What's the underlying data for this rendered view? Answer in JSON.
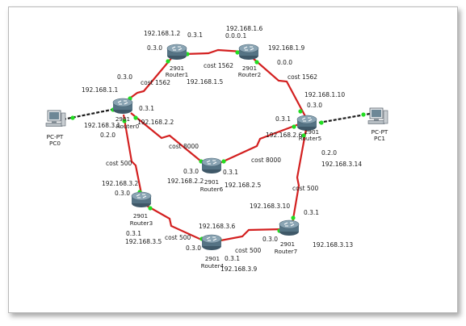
{
  "colors": {
    "serial_link": "#d32020",
    "ethernet_link": "#1a1a1a",
    "port_up": "#22dd22",
    "router_body": "#5f7f91"
  },
  "nodes": {
    "router0": {
      "model": "2901",
      "name": "Router0"
    },
    "router1": {
      "model": "2901",
      "name": "Router1"
    },
    "router2": {
      "model": "2901",
      "name": "Router2"
    },
    "router3": {
      "model": "2901",
      "name": "Router3"
    },
    "router4": {
      "model": "2901",
      "name": "Router4"
    },
    "router5": {
      "model": "2901",
      "name": "Router5"
    },
    "router6": {
      "model": "2901",
      "name": "Router6"
    },
    "router7": {
      "model": "2901",
      "name": "Router7"
    },
    "pc0": {
      "model": "PC-PT",
      "name": "PC0"
    },
    "pc1": {
      "model": "PC-PT",
      "name": "PC1"
    }
  },
  "labels": {
    "r1_ip_left": "192.168.1.2",
    "r1_net_left": "0.3.0",
    "r1_net_right": "0.3.1",
    "r2_ip_top": "192.168.1.6",
    "r2_net_top": "0.0.0.1",
    "r2_ip_right": "192.168.1.9",
    "r2_net_right": "0.0.0",
    "cost_r1_r2": "cost 1562",
    "r1_ip_bottom": "192.168.1.5",
    "r0_net_top": "0.3.0",
    "cost_r0_r1": "cost 1562",
    "pc0_ip": "192.168.1.1",
    "r0_net_right": "0.3.1",
    "r0_ip_right": "192.168.2.2",
    "r0_ip_left": "192.168.3.1",
    "r0_net_bottom": "0.2.0",
    "cost_r2_r5": "cost 1562",
    "r5_ip_top": "192.168.1.10",
    "r5_net_top": "0.3.0",
    "r5_net_left": "0.3.1",
    "r5_ip_left": "192.168.2.6",
    "r5_net_bottom": "0.2.0",
    "r5_ip_bottom": "192.168.3.14",
    "cost_r0_r6": "cost 8000",
    "cost_r6_r5": "cost 8000",
    "r6_net_left": "0.3.0",
    "r6_net_right": "0.3.1",
    "r6_ip_left": "192.168.2.2",
    "r6_ip_right": "192.168.2.5",
    "cost_r0_r3": "cost 500",
    "r3_ip_top": "192.168.3.2",
    "r3_net_top": "0.3.0",
    "cost_r5_r7": "cost 500",
    "r7_ip_top": "192.168.3.10",
    "r7_net_top": "0.3.1",
    "r4_ip_top": "192.168.3.6",
    "cost_r3_r4": "cost 500",
    "r3_net_bottom": "0.3.1",
    "r3_ip_bottom": "192.168.3.5",
    "r4_net_left": "0.3.0",
    "cost_r4_r7": "cost 500",
    "r7_net_left": "0.3.0",
    "r4_net_right": "0.3.1",
    "r4_ip_bottom": "192.168.3.9",
    "r7_ip_right": "192.168.3.13"
  }
}
